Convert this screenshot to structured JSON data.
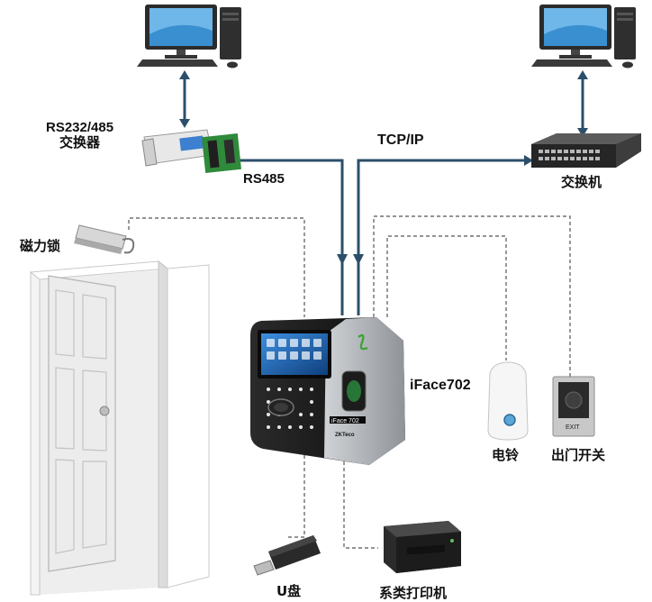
{
  "labels": {
    "converter": [
      "RS232/485",
      "交换器"
    ],
    "tcpip": "TCP/IP",
    "rs485": "RS485",
    "switch": "交换机",
    "maglock": "磁力锁",
    "device_model": "iFace702",
    "doorbell": "电铃",
    "exit_button": "出门开关",
    "usb": "U盘",
    "printer": "系类打印机",
    "device_face_text": "iFace 702",
    "device_brand": "ZKTeco",
    "exit_plate_text": "EXIT"
  },
  "colors": {
    "cable": "#2b4f6a",
    "dashed": "#555555",
    "screen": "#2a7cc8",
    "device_body": "#1a1a1a",
    "device_panel": "#b9bcc0",
    "door": "#ececec"
  },
  "icons": [
    "computer-icon",
    "network-switch-icon",
    "serial-converter-icon",
    "magnetic-lock-icon",
    "door-icon",
    "face-terminal-icon",
    "doorbell-icon",
    "exit-button-icon",
    "usb-drive-icon",
    "printer-icon"
  ]
}
